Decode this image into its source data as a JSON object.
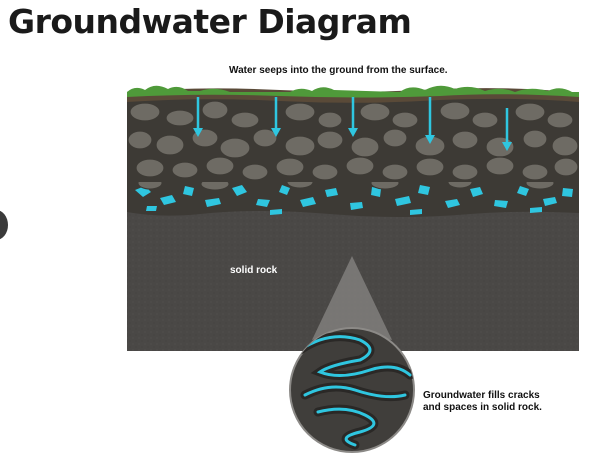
{
  "title": "Groundwater Diagram",
  "captions": {
    "surface": "Water seeps into the ground from the surface.",
    "rock_label": "solid rock",
    "groundwater_line1": "Groundwater fills cracks",
    "groundwater_line2": "and spaces in solid rock."
  },
  "colors": {
    "grass": "#4f9a3a",
    "soil": "#5a4a38",
    "stones": "#6e6b64",
    "water": "#2fc6e0",
    "rock": "#4a4846",
    "title": "#1a1a1a"
  },
  "icons": [
    "down-arrow-icon",
    "magnifier-cone"
  ]
}
